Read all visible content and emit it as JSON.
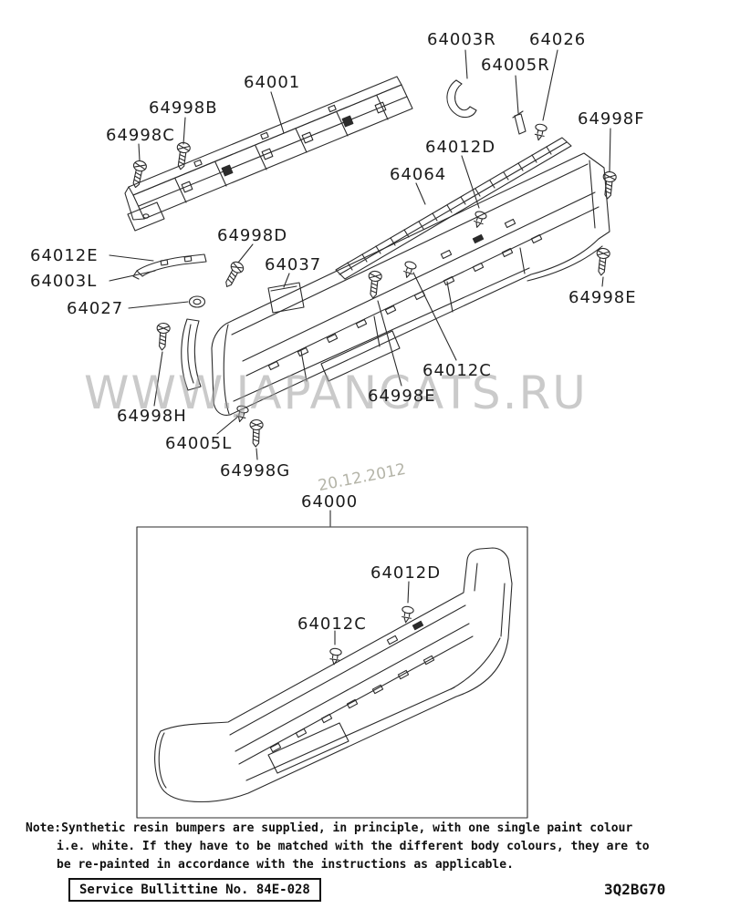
{
  "colors": {
    "ink": "#1b1b1b",
    "watermark": "#9f9f9f"
  },
  "watermark": {
    "site": "WWW.JAPANCATS.RU",
    "date": "20.12.2012"
  },
  "labels": [
    {
      "text": "64003R"
    },
    {
      "text": "64026"
    },
    {
      "text": "64005R"
    },
    {
      "text": "64001"
    },
    {
      "text": "64998B"
    },
    {
      "text": "64998C"
    },
    {
      "text": "64998F"
    },
    {
      "text": "64012D"
    },
    {
      "text": "64064"
    },
    {
      "text": "64998D"
    },
    {
      "text": "64012E"
    },
    {
      "text": "64037"
    },
    {
      "text": "64003L"
    },
    {
      "text": "64027"
    },
    {
      "text": "64998E"
    },
    {
      "text": "64012C"
    },
    {
      "text": "64998E"
    },
    {
      "text": "64998H"
    },
    {
      "text": "64005L"
    },
    {
      "text": "64998G"
    },
    {
      "text": "64000"
    },
    {
      "text": "64012D"
    },
    {
      "text": "64012C"
    }
  ],
  "note": {
    "lines": [
      "Note:Synthetic resin bumpers are supplied, in principle, with one single paint colour",
      "i.e. white. If they have to be matched with the different body colours, they are to",
      "be re-painted in accordance with the instructions as applicable."
    ]
  },
  "footer": {
    "service_bulletin": "Service Bullittine No. 84E-028",
    "diagram_code": "3Q2BG70"
  }
}
